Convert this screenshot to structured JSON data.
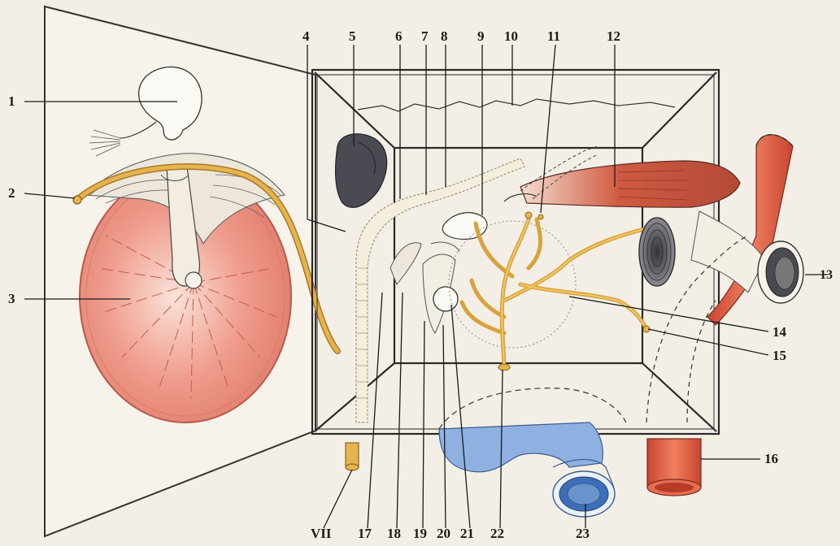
{
  "diagram": {
    "labels": {
      "n1": "1",
      "n2": "2",
      "n3": "3",
      "n4": "4",
      "n5": "5",
      "n6": "6",
      "n7": "7",
      "n8": "8",
      "n9": "9",
      "n10": "10",
      "n11": "11",
      "n12": "12",
      "n13": "13",
      "n14": "14",
      "n15": "15",
      "n16": "16",
      "n17": "17",
      "n18": "18",
      "n19": "19",
      "n20": "20",
      "n21": "21",
      "n22": "22",
      "n23": "23",
      "vii": "VII"
    },
    "colors": {
      "background": "#f3efe6",
      "eardrum": "#e8887a",
      "nerve_yellow": "#e0a93a",
      "artery_red": "#d9533a",
      "vein_blue": "#7ea6dd",
      "muscle_red": "#c8523c",
      "cartilage": "#e9e4d2",
      "dark_opening": "#4d4d55"
    }
  }
}
